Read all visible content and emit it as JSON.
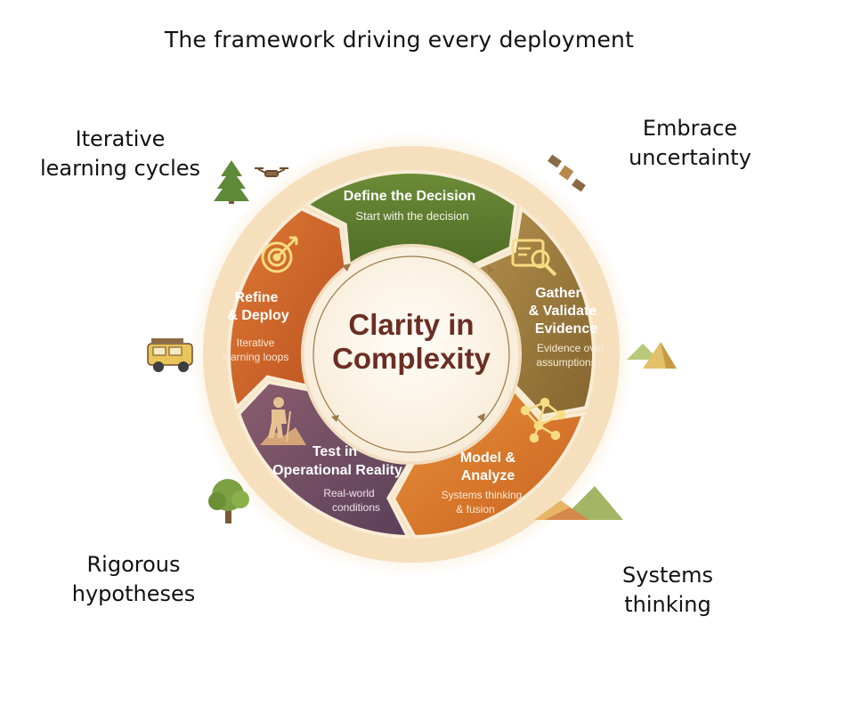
{
  "headline": "The framework driving every deployment",
  "corners": {
    "top_left": [
      "Iterative",
      "learning cycles"
    ],
    "top_right": [
      "Embrace",
      "uncertainty"
    ],
    "bottom_left": [
      "Rigorous",
      "hypotheses"
    ],
    "bottom_right": [
      "Systems",
      "thinking"
    ]
  },
  "center": {
    "line1": "Clarity in",
    "line2": "Complexity"
  },
  "stages": {
    "define": {
      "title": "Define the Decision",
      "subtitle": "Start with the decision"
    },
    "gather": {
      "title1": "Gather",
      "title2": "& Validate",
      "title3": "Evidence",
      "sub1": "Evidence over",
      "sub2": "assumptions"
    },
    "model": {
      "title1": "Model &",
      "title2": "Analyze",
      "sub1": "Systems thinking",
      "sub2": "& fusion"
    },
    "test": {
      "title1": "Test in",
      "title2": "Operational Reality",
      "sub1": "Real-world",
      "sub2": "conditions"
    },
    "refine": {
      "title1": "Refine",
      "title2": "& Deploy",
      "sub1": "Iterative",
      "sub2": "learning loops"
    }
  },
  "colors": {
    "define": "#5b7a2e",
    "gather": "#9a7a3c",
    "model": "#d9782a",
    "test": "#6f4c66",
    "refine": "#d2652b",
    "center_text": "#6b2e24"
  },
  "icons": [
    "target-icon",
    "magnifier-document-icon",
    "network-icon",
    "hiker-icon",
    "tree-icon",
    "drone-icon",
    "satellite-icon",
    "jeep-icon",
    "tents-icon",
    "mountains-icon"
  ]
}
